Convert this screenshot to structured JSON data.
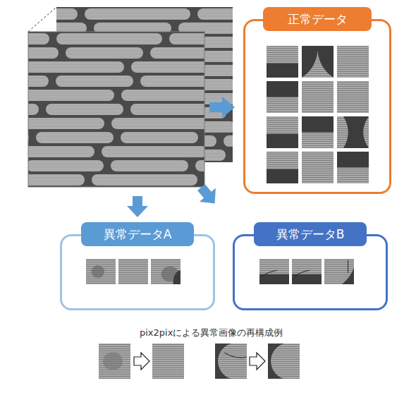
{
  "diagram": {
    "nodes": [
      {
        "text": [
          "正常データ"
        ]
      },
      {
        "text": [
          "異常データA"
        ]
      },
      {
        "text": [
          "異常データB"
        ]
      }
    ],
    "labels": [
      "pix2pixによる異常画像の再構成例"
    ]
  }
}
